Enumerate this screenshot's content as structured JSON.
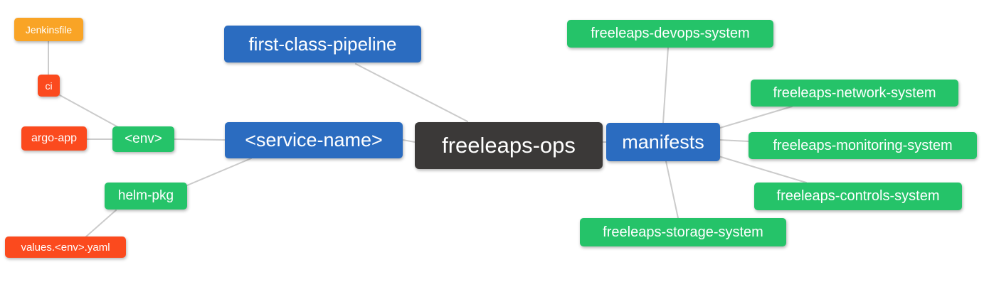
{
  "palette": {
    "blue": "#2B6CC0",
    "green": "#25C369",
    "orange": "#F9A426",
    "red": "#FB4A1E",
    "dark": "#3B3938",
    "edge": "#CBCBCB",
    "background": "#FFFFFF",
    "text": "#FFFFFF"
  },
  "nodes": {
    "freeleaps_ops": {
      "label": "freeleaps-ops",
      "color": "#3B3938"
    },
    "first_class_pipeline": {
      "label": "first-class-pipeline",
      "color": "#2B6CC0"
    },
    "service_name": {
      "label": "<service-name>",
      "color": "#2B6CC0"
    },
    "manifests": {
      "label": "manifests",
      "color": "#2B6CC0"
    },
    "env": {
      "label": "<env>",
      "color": "#25C369"
    },
    "helm_pkg": {
      "label": "helm-pkg",
      "color": "#25C369"
    },
    "ci": {
      "label": "ci",
      "color": "#FB4A1E"
    },
    "argo_app": {
      "label": "argo-app",
      "color": "#FB4A1E"
    },
    "jenkinsfile": {
      "label": "Jenkinsfile",
      "color": "#F9A426"
    },
    "values_env_yaml": {
      "label": "values.<env>.yaml",
      "color": "#FB4A1E"
    },
    "devops_system": {
      "label": "freeleaps-devops-system",
      "color": "#25C369"
    },
    "network_system": {
      "label": "freeleaps-network-system",
      "color": "#25C369"
    },
    "monitoring_system": {
      "label": "freeleaps-monitoring-system",
      "color": "#25C369"
    },
    "controls_system": {
      "label": "freeleaps-controls-system",
      "color": "#25C369"
    },
    "storage_system": {
      "label": "freeleaps-storage-system",
      "color": "#25C369"
    }
  },
  "edges": [
    {
      "from": "jenkinsfile",
      "to": "ci"
    },
    {
      "from": "ci",
      "to": "env"
    },
    {
      "from": "argo_app",
      "to": "env"
    },
    {
      "from": "env",
      "to": "service_name"
    },
    {
      "from": "helm_pkg",
      "to": "service_name"
    },
    {
      "from": "values_env_yaml",
      "to": "helm_pkg"
    },
    {
      "from": "service_name",
      "to": "freeleaps_ops"
    },
    {
      "from": "first_class_pipeline",
      "to": "freeleaps_ops"
    },
    {
      "from": "freeleaps_ops",
      "to": "manifests"
    },
    {
      "from": "manifests",
      "to": "devops_system"
    },
    {
      "from": "manifests",
      "to": "network_system"
    },
    {
      "from": "manifests",
      "to": "monitoring_system"
    },
    {
      "from": "manifests",
      "to": "controls_system"
    },
    {
      "from": "manifests",
      "to": "storage_system"
    }
  ]
}
